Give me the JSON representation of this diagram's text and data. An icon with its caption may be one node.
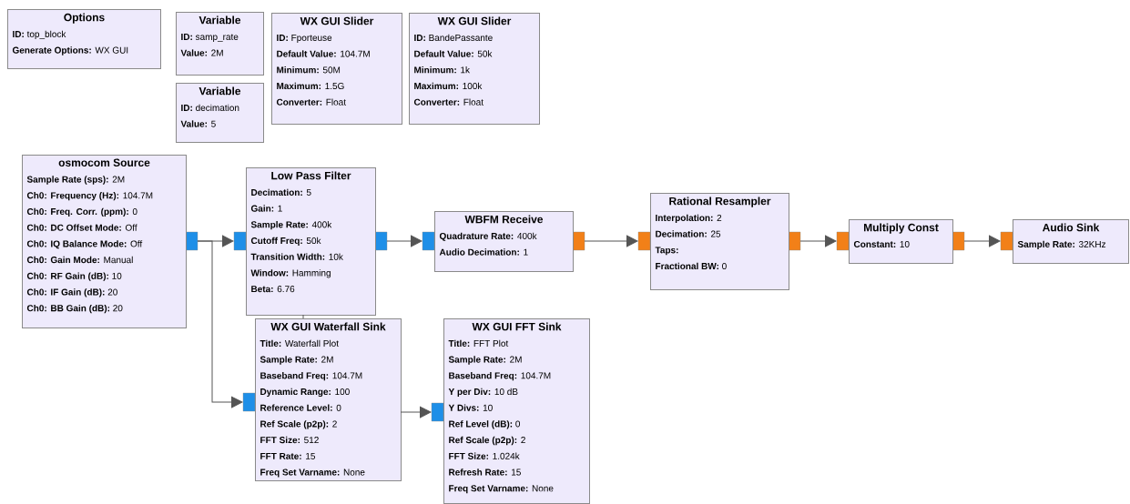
{
  "diagram": {
    "nodes": [
      {
        "text": [
          "Options",
          "**ID:** top_block",
          "**Generate Options:** WX GUI"
        ]
      },
      {
        "text": [
          "Variable",
          "**ID:** samp_rate",
          "**Value:** 2M"
        ]
      },
      {
        "text": [
          "Variable",
          "**ID:** decimation",
          "**Value:** 5"
        ]
      },
      {
        "text": [
          "WX GUI Slider",
          "**ID:** Fporteuse",
          "**Default Value:** 104.7M",
          "**Minimum:** 50M",
          "**Maximum:** 1.5G",
          "**Converter:** Float"
        ]
      },
      {
        "text": [
          "WX GUI Slider",
          "**ID:** BandePassante",
          "**Default Value:** 50k",
          "**Minimum:** 1k",
          "**Maximum:** 100k",
          "**Converter:** Float"
        ]
      },
      {
        "text": [
          "osmocom Source",
          "**Sample Rate (sps):** 2M",
          "**Ch0: Frequency (Hz):** 104.7M",
          "**Ch0: Freq. Corr. (ppm):** 0",
          "**Ch0: DC Offset Mode:** Off",
          "**Ch0: IQ Balance Mode:** Off",
          "**Ch0: Gain Mode:** Manual",
          "**Ch0: RF Gain (dB):** 10",
          "**Ch0: IF Gain (dB):** 20",
          "**Ch0: BB Gain (dB):** 20"
        ]
      },
      {
        "text": [
          "Low Pass Filter",
          "**Decimation:** 5",
          "**Gain:** 1",
          "**Sample Rate:** 400k",
          "**Cutoff Freq:** 50k",
          "**Transition Width:** 10k",
          "**Window:** Hamming",
          "**Beta:** 6.76"
        ]
      },
      {
        "text": [
          "WBFM Receive",
          "**Quadrature Rate:** 400k",
          "**Audio Decimation:** 1"
        ]
      },
      {
        "text": [
          "Rational Resampler",
          "**Interpolation:** 2",
          "**Decimation:** 25",
          "**Taps:**",
          "**Fractional BW:** 0"
        ]
      },
      {
        "text": [
          "Multiply Const",
          "**Constant:** 10"
        ]
      },
      {
        "text": [
          "Audio Sink",
          "**Sample Rate:** 32KHz"
        ]
      },
      {
        "text": [
          "WX GUI Waterfall Sink",
          "**Title:** Waterfall Plot",
          "**Sample Rate:** 2M",
          "**Baseband Freq:** 104.7M",
          "**Dynamic Range:** 100",
          "**Reference Level:** 0",
          "**Ref Scale (p2p):** 2",
          "**FFT Size:** 512",
          "**FFT Rate:** 15",
          "**Freq Set Varname:** None"
        ]
      },
      {
        "text": [
          "WX GUI FFT Sink",
          "**Title:** FFT Plot",
          "**Sample Rate:** 2M",
          "**Baseband Freq:** 104.7M",
          "**Y per Div:** 10 dB",
          "**Y Divs:** 10",
          "**Ref Level (dB):** 0",
          "**Ref Scale (p2p):** 2",
          "**FFT Size:** 1.024k",
          "**Refresh Rate:** 15",
          "**Freq Set Varname:** None"
        ]
      }
    ],
    "edges": [
      {
        "from": 5,
        "to": 6,
        "arrow": "to"
      },
      {
        "from": 5,
        "to": 11,
        "arrow": "to"
      },
      {
        "from": 6,
        "to": 7,
        "arrow": "to"
      },
      {
        "from": 7,
        "to": 8,
        "arrow": "to"
      },
      {
        "from": 8,
        "to": 9,
        "arrow": "to"
      },
      {
        "from": 9,
        "to": 10,
        "arrow": "to"
      },
      {
        "from": 6,
        "to": 11,
        "arrow": "none"
      },
      {
        "from": 11,
        "to": 12,
        "arrow": "to"
      }
    ]
  }
}
